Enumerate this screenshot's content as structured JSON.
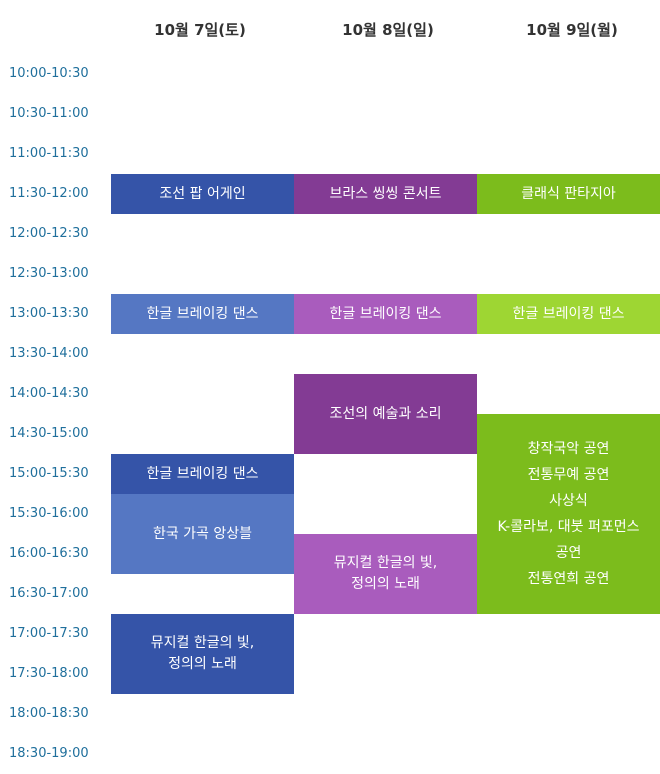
{
  "days": [
    "10월 7일(토)",
    "10월 8일(일)",
    "10월 9일(월)"
  ],
  "times": [
    "10:00-10:30",
    "10:30-11:00",
    "11:00-11:30",
    "11:30-12:00",
    "12:00-12:30",
    "12:30-13:00",
    "13:00-13:30",
    "13:30-14:00",
    "14:00-14:30",
    "14:30-15:00",
    "15:00-15:30",
    "15:30-16:00",
    "16:00-16:30",
    "16:30-17:00",
    "17:00-17:30",
    "17:30-18:00",
    "18:00-18:30",
    "18:30-19:00"
  ],
  "colors": {
    "sat_dark": "#3554a8",
    "sat_light": "#5577c3",
    "sun_dark": "#833b94",
    "sun_light": "#a95cbd",
    "mon_dark": "#7cbc1c",
    "mon_light": "#9ed633",
    "time_text": "#1f6f9c",
    "header_text": "#333333"
  },
  "events": [
    {
      "day": 0,
      "start": "11:30",
      "end": "12:00",
      "color": "sat_dark",
      "lines": [
        "조선 팝 어게인"
      ]
    },
    {
      "day": 0,
      "start": "13:00",
      "end": "13:30",
      "color": "sat_light",
      "lines": [
        "한글 브레이킹 댄스"
      ]
    },
    {
      "day": 0,
      "start": "15:00",
      "end": "15:30",
      "color": "sat_dark",
      "lines": [
        "한글 브레이킹 댄스"
      ]
    },
    {
      "day": 0,
      "start": "15:30",
      "end": "16:30",
      "color": "sat_light",
      "lines": [
        "한국 가곡 앙상블"
      ]
    },
    {
      "day": 0,
      "start": "17:00",
      "end": "18:00",
      "color": "sat_dark",
      "lines": [
        "뮤지컬 한글의 빛,",
        "정의의 노래"
      ]
    },
    {
      "day": 1,
      "start": "11:30",
      "end": "12:00",
      "color": "sun_dark",
      "lines": [
        "브라스 씽씽 콘서트"
      ]
    },
    {
      "day": 1,
      "start": "13:00",
      "end": "13:30",
      "color": "sun_light",
      "lines": [
        "한글 브레이킹 댄스"
      ]
    },
    {
      "day": 1,
      "start": "14:00",
      "end": "15:00",
      "color": "sun_dark",
      "lines": [
        "조선의 예술과 소리"
      ]
    },
    {
      "day": 1,
      "start": "16:00",
      "end": "17:00",
      "color": "sun_light",
      "lines": [
        "뮤지컬 한글의 빛,",
        "정의의 노래"
      ]
    },
    {
      "day": 2,
      "start": "11:30",
      "end": "12:00",
      "color": "mon_dark",
      "lines": [
        "클래식 판타지아"
      ]
    },
    {
      "day": 2,
      "start": "13:00",
      "end": "13:30",
      "color": "mon_light",
      "lines": [
        "한글 브레이킹 댄스"
      ]
    },
    {
      "day": 2,
      "start": "14:30",
      "end": "17:00",
      "color": "mon_dark",
      "multi": true,
      "lines": [
        "창작국악 공연",
        "전통무예 공연",
        "사상식",
        "K-콜라보, 대붓 퍼포먼스",
        "공연",
        "전통연희 공연"
      ]
    }
  ]
}
